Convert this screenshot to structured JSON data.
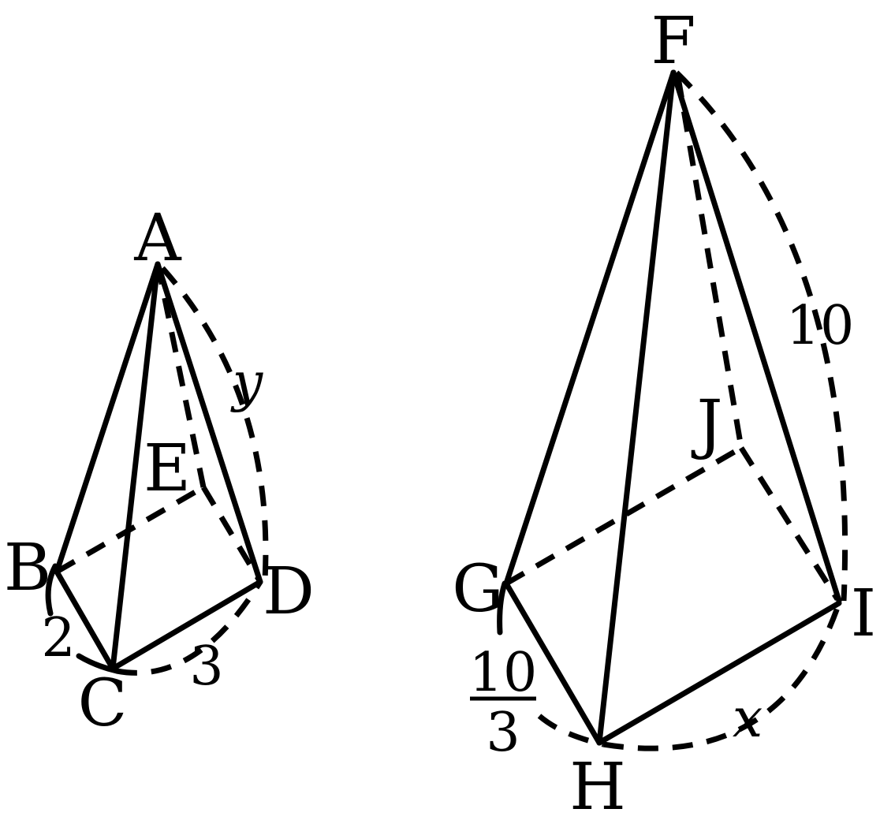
{
  "pyramid_left": {
    "vertices": {
      "A": "A",
      "B": "B",
      "C": "C",
      "D": "D",
      "E": "E"
    },
    "measures": {
      "bc": "2",
      "cd": "3",
      "ad": "y"
    }
  },
  "pyramid_right": {
    "vertices": {
      "F": "F",
      "G": "G",
      "H": "H",
      "I": "I",
      "J": "J"
    },
    "measures": {
      "gh_num": "10",
      "gh_den": "3",
      "hi": "x",
      "fi": "10"
    }
  }
}
